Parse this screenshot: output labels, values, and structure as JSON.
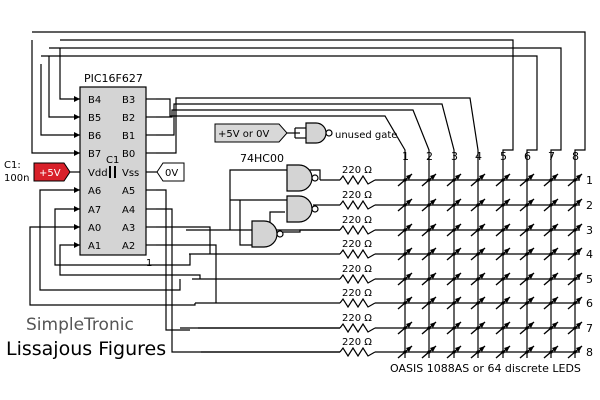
{
  "chip": {
    "name": "PIC16F627",
    "pins_left": [
      "B4",
      "B5",
      "B6",
      "B7",
      "Vdd",
      "A6",
      "A7",
      "A0",
      "A1"
    ],
    "pins_right": [
      "B3",
      "B2",
      "B1",
      "B0",
      "Vss",
      "A5",
      "A4",
      "A3",
      "A2"
    ],
    "pin1_marker": "1"
  },
  "capacitor": {
    "label": "C1",
    "ref": "C1:",
    "value": "100n"
  },
  "supply": {
    "plus": "+5V",
    "zero": "0V",
    "selector": "+5V or 0V"
  },
  "unused_gate_label": "unused gate",
  "gate_chip": "74HC00",
  "resistor_value": "220 Ω",
  "resistor_count": 8,
  "columns": [
    "1",
    "2",
    "3",
    "4",
    "5",
    "6",
    "7",
    "8"
  ],
  "rows": [
    "1",
    "2",
    "3",
    "4",
    "5",
    "6",
    "7",
    "8"
  ],
  "led_caption": "OASIS 1088AS or 64 discrete LEDS",
  "brand": {
    "line1": "SimpleTronic",
    "line2": "Lissajous Figures"
  },
  "colors": {
    "ink": "#000000",
    "chip": "#d4d4d4",
    "plus_tag": "#d8202a",
    "selector": "#d8d8d8"
  }
}
